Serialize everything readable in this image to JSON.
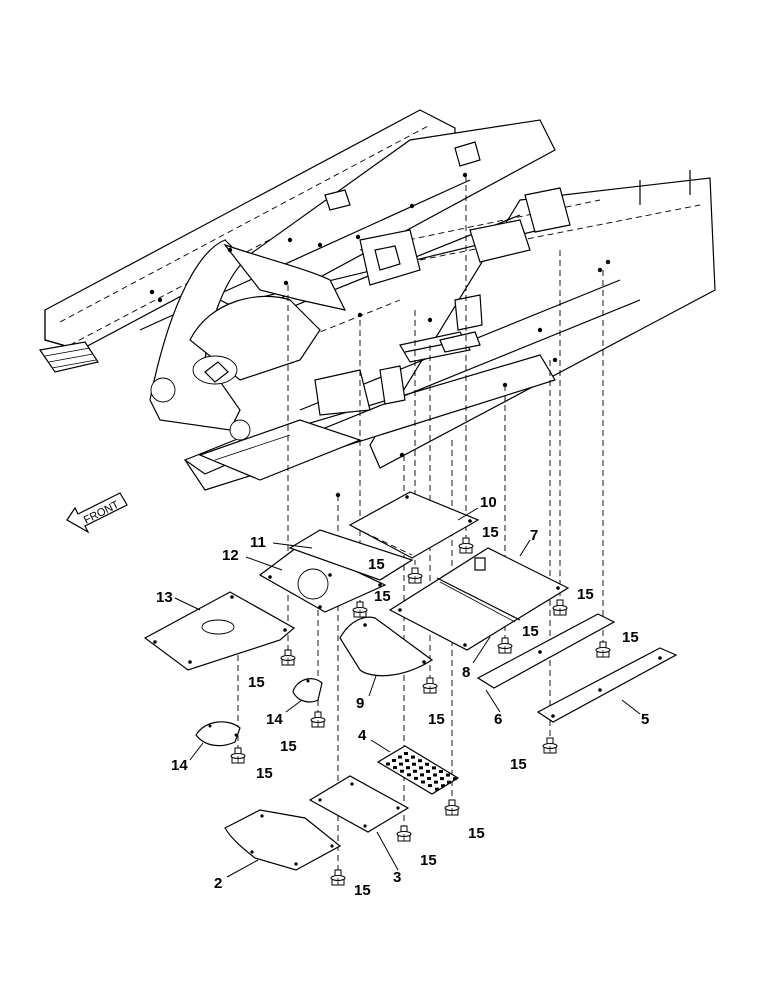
{
  "diagram": {
    "direction_label": "FRONT",
    "callouts": {
      "c2": "2",
      "c3": "3",
      "c4": "4",
      "c5": "5",
      "c6": "6",
      "c7": "7",
      "c8": "8",
      "c9": "9",
      "c10": "10",
      "c11": "11",
      "c12": "12",
      "c13": "13",
      "c14": "14",
      "c15": "15"
    }
  }
}
